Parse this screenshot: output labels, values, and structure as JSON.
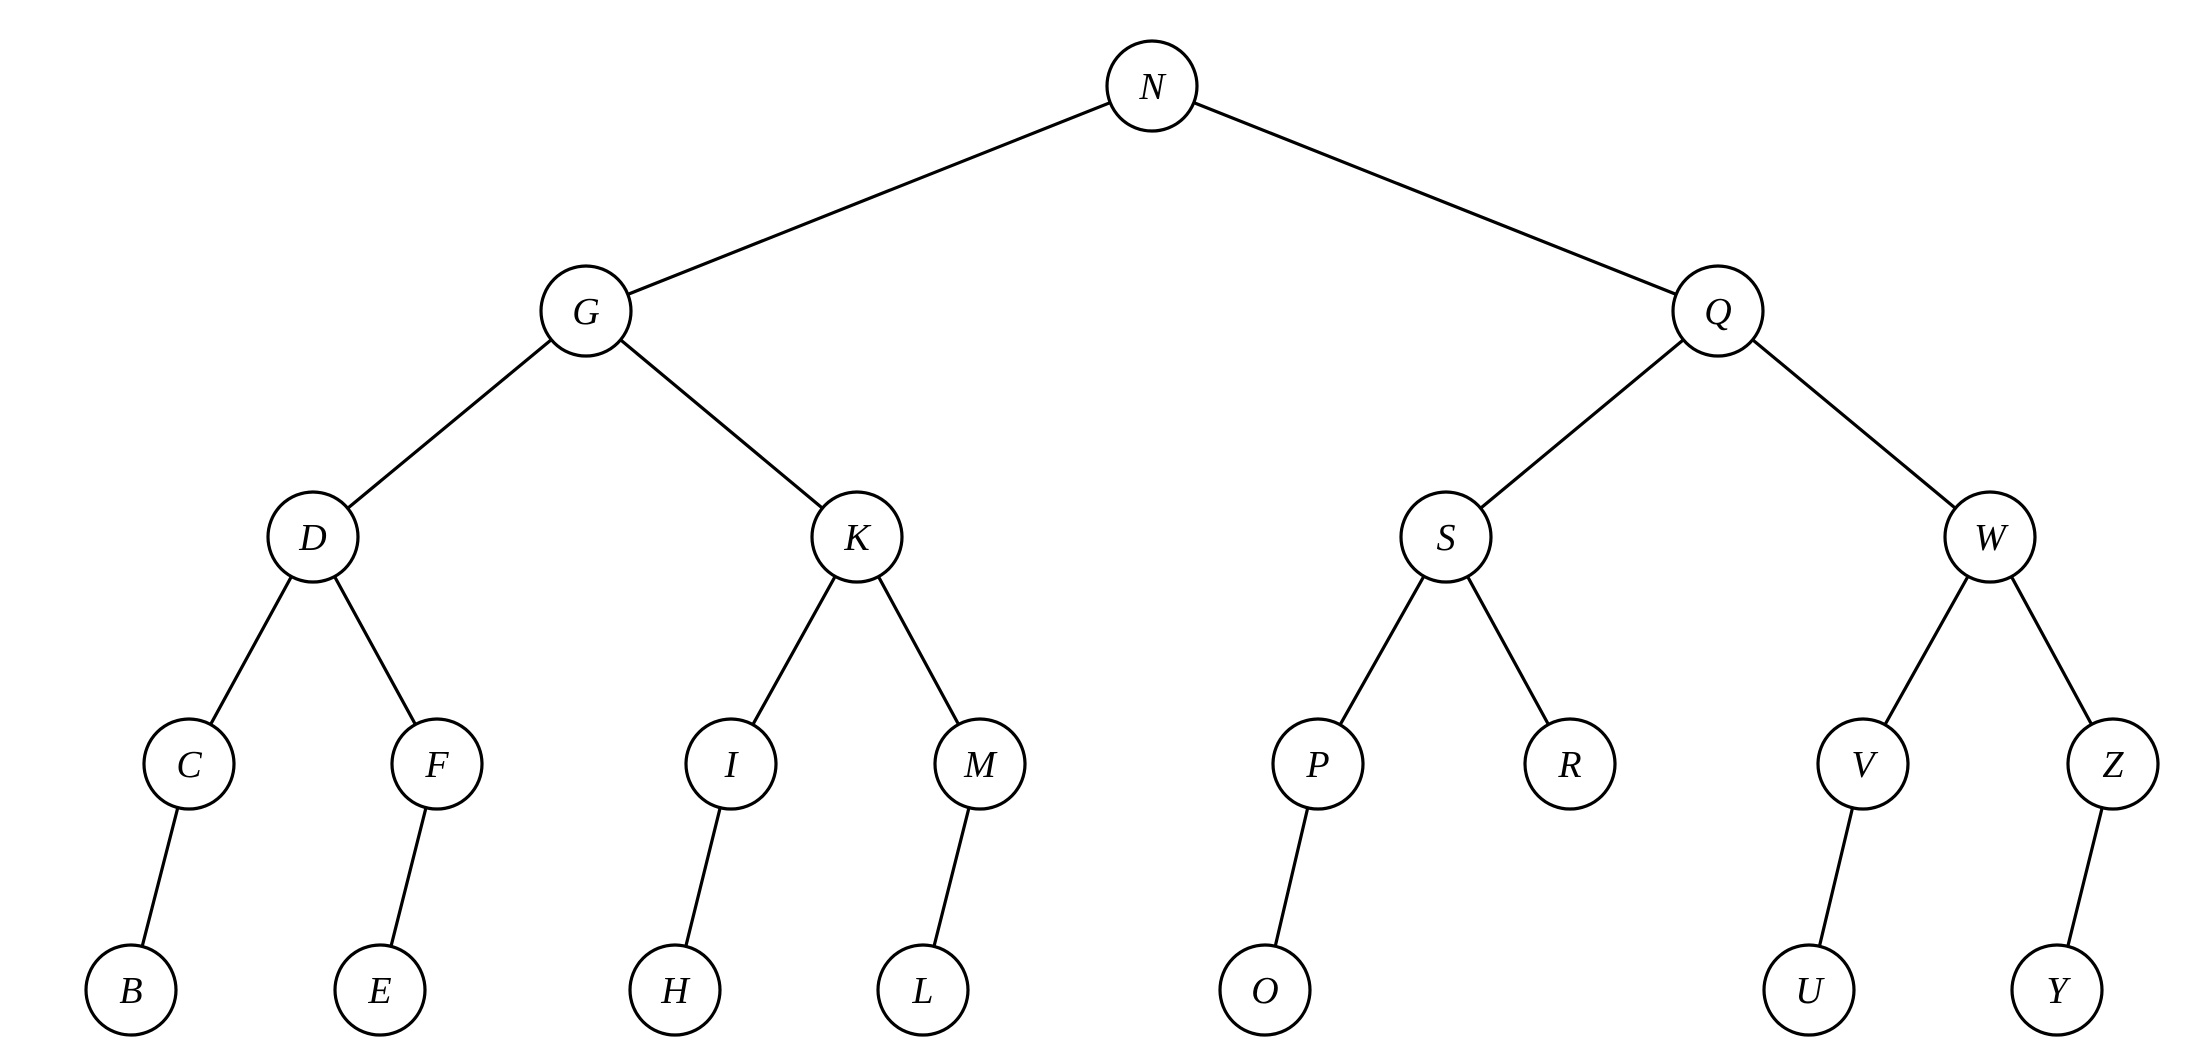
{
  "tree": {
    "nodes": [
      {
        "id": "N",
        "label": "N"
      },
      {
        "id": "G",
        "label": "G"
      },
      {
        "id": "Q",
        "label": "Q"
      },
      {
        "id": "D",
        "label": "D"
      },
      {
        "id": "K",
        "label": "K"
      },
      {
        "id": "S",
        "label": "S"
      },
      {
        "id": "W",
        "label": "W"
      },
      {
        "id": "C",
        "label": "C"
      },
      {
        "id": "F",
        "label": "F"
      },
      {
        "id": "I",
        "label": "I"
      },
      {
        "id": "M",
        "label": "M"
      },
      {
        "id": "P",
        "label": "P"
      },
      {
        "id": "R",
        "label": "R"
      },
      {
        "id": "V",
        "label": "V"
      },
      {
        "id": "Z",
        "label": "Z"
      },
      {
        "id": "B",
        "label": "B"
      },
      {
        "id": "E",
        "label": "E"
      },
      {
        "id": "H",
        "label": "H"
      },
      {
        "id": "L",
        "label": "L"
      },
      {
        "id": "O",
        "label": "O"
      },
      {
        "id": "U",
        "label": "U"
      },
      {
        "id": "Y",
        "label": "Y"
      }
    ],
    "edges": [
      [
        "N",
        "G"
      ],
      [
        "N",
        "Q"
      ],
      [
        "G",
        "D"
      ],
      [
        "G",
        "K"
      ],
      [
        "Q",
        "S"
      ],
      [
        "Q",
        "W"
      ],
      [
        "D",
        "C"
      ],
      [
        "D",
        "F"
      ],
      [
        "K",
        "I"
      ],
      [
        "K",
        "M"
      ],
      [
        "S",
        "P"
      ],
      [
        "S",
        "R"
      ],
      [
        "W",
        "V"
      ],
      [
        "W",
        "Z"
      ],
      [
        "C",
        "B"
      ],
      [
        "F",
        "E"
      ],
      [
        "I",
        "H"
      ],
      [
        "M",
        "L"
      ],
      [
        "P",
        "O"
      ],
      [
        "V",
        "U"
      ],
      [
        "Z",
        "Y"
      ]
    ]
  }
}
